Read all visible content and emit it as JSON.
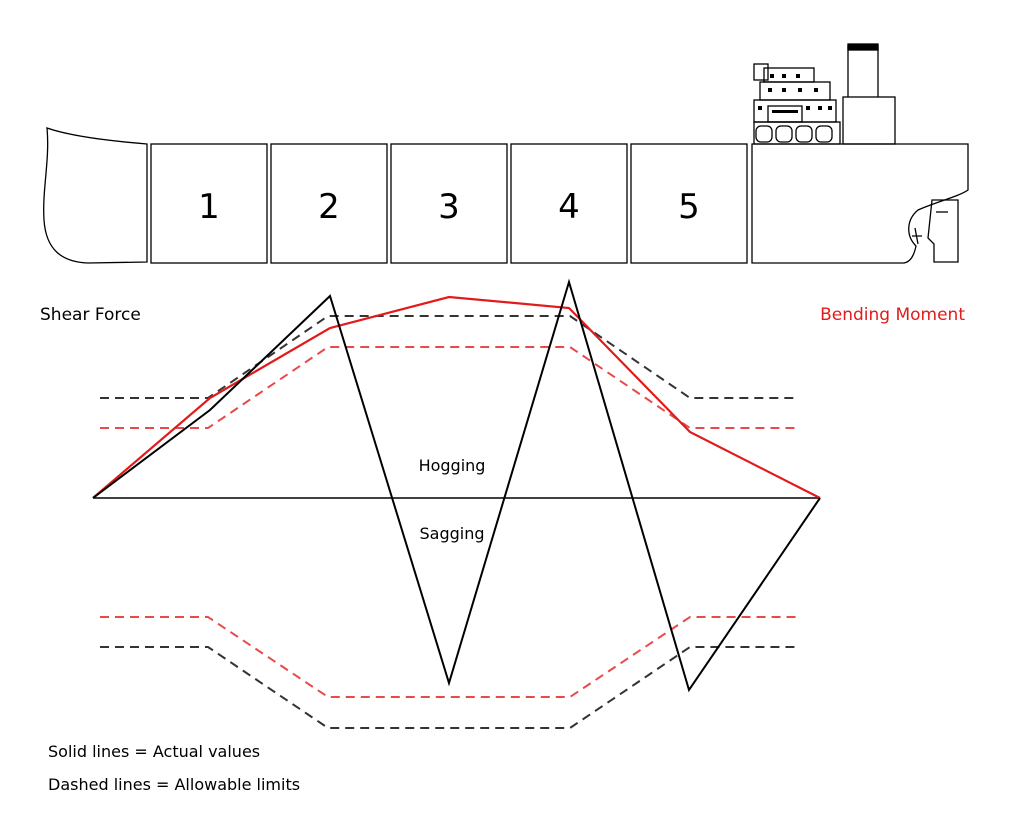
{
  "ship": {
    "holds": [
      "1",
      "2",
      "3",
      "4",
      "5"
    ]
  },
  "labels": {
    "shear_force": "Shear Force",
    "bending_moment": "Bending Moment",
    "hogging": "Hogging",
    "sagging": "Sagging"
  },
  "legend": {
    "solid": "Solid lines = Actual values",
    "dashed": "Dashed lines = Allowable limits"
  },
  "colors": {
    "shear": "#000000",
    "bending": "#e11b1b",
    "shear_limit": "#333333",
    "bending_limit": "#e84a4a"
  }
}
